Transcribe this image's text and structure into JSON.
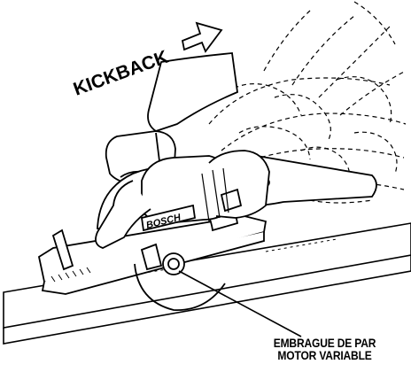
{
  "figure": {
    "brand": "BOSCH",
    "kickback_label": "KICKBACK",
    "callout": {
      "line1": "EMBRAGUE DE PAR",
      "line2": "MOTOR VARIABLE"
    }
  },
  "colors": {
    "ink": "#000000",
    "paper": "#ffffff"
  }
}
